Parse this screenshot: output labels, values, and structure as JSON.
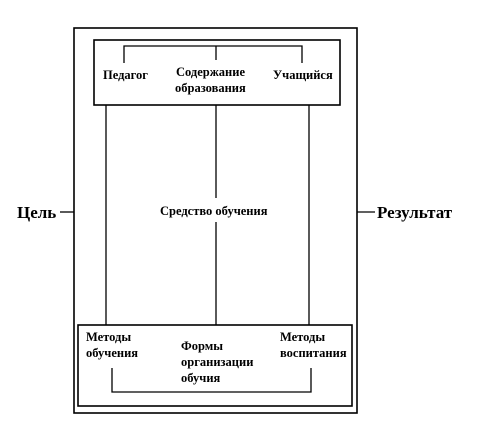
{
  "diagram": {
    "goal": "Цель",
    "result": "Результат",
    "top": {
      "teacher": "Педагог",
      "content": [
        "Содержание",
        "образования"
      ],
      "student": "Учащийся"
    },
    "middle": "Средство обучения",
    "bottom": {
      "teaching_methods": [
        "Методы",
        "обучения"
      ],
      "forms": [
        "Формы",
        "организации",
        "обучия"
      ],
      "upbringing_methods": [
        "Методы",
        "воспитания"
      ]
    }
  }
}
